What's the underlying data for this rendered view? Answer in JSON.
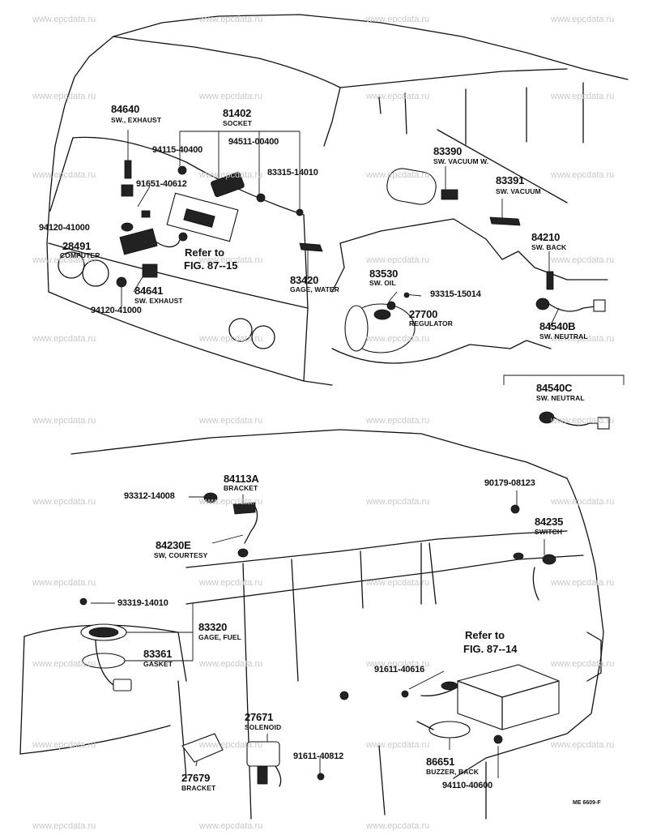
{
  "watermark": "www.epcdata.ru",
  "figure_code": "ME 6609-F",
  "top_view": {
    "parts": [
      {
        "id": "p84640",
        "number": "84640",
        "name": "SW., EXHAUST"
      },
      {
        "id": "p81402",
        "number": "81402",
        "name": "SOCKET"
      },
      {
        "id": "p94115",
        "number": "94115-40400",
        "name": ""
      },
      {
        "id": "p94511",
        "number": "94511-00400",
        "name": ""
      },
      {
        "id": "p83315a",
        "number": "83315-14010",
        "name": ""
      },
      {
        "id": "p91651",
        "number": "91651-40612",
        "name": ""
      },
      {
        "id": "p94120a",
        "number": "94120-41000",
        "name": ""
      },
      {
        "id": "p28491",
        "number": "28491",
        "name": "COMPUTER"
      },
      {
        "id": "p84641",
        "number": "84641",
        "name": "SW. EXHAUST"
      },
      {
        "id": "p94120b",
        "number": "94120-41000",
        "name": ""
      },
      {
        "id": "p83420",
        "number": "83420",
        "name": "GAGE, WATER"
      },
      {
        "id": "p83530",
        "number": "83530",
        "name": "SW. OIL"
      },
      {
        "id": "p93315b",
        "number": "93315-15014",
        "name": ""
      },
      {
        "id": "p27700",
        "number": "27700",
        "name": "REGULATOR"
      },
      {
        "id": "p83390",
        "number": "83390",
        "name": "SW. VACUUM W."
      },
      {
        "id": "p83391",
        "number": "83391",
        "name": "SW. VACUUM"
      },
      {
        "id": "p84210",
        "number": "84210",
        "name": "SW. BACK"
      },
      {
        "id": "p84540B",
        "number": "84540B",
        "name": "SW. NEUTRAL"
      },
      {
        "id": "p84540C",
        "number": "84540C",
        "name": "SW. NEUTRAL"
      }
    ],
    "refer": {
      "line1": "Refer to",
      "line2": "FIG. 87--15"
    }
  },
  "bottom_view": {
    "parts": [
      {
        "id": "p84113A",
        "number": "84113A",
        "name": "BRACKET"
      },
      {
        "id": "p93312",
        "number": "93312-14008",
        "name": ""
      },
      {
        "id": "p84230E",
        "number": "84230E",
        "name": "SW, COURTESY"
      },
      {
        "id": "p93319",
        "number": "93319-14010",
        "name": ""
      },
      {
        "id": "p83320",
        "number": "83320",
        "name": "GAGE, FUEL"
      },
      {
        "id": "p83361",
        "number": "83361",
        "name": "GASKET"
      },
      {
        "id": "p90179",
        "number": "90179-08123",
        "name": ""
      },
      {
        "id": "p84235",
        "number": "84235",
        "name": "SWITCH"
      },
      {
        "id": "p91611a",
        "number": "91611-40616",
        "name": ""
      },
      {
        "id": "p27671",
        "number": "27671",
        "name": "SOLENOID"
      },
      {
        "id": "p91611b",
        "number": "91611-40812",
        "name": ""
      },
      {
        "id": "p27679",
        "number": "27679",
        "name": "BRACKET"
      },
      {
        "id": "p86651",
        "number": "86651",
        "name": "BUZZER, BACK"
      },
      {
        "id": "p94110",
        "number": "94110-40600",
        "name": ""
      }
    ],
    "refer": {
      "line1": "Refer to",
      "line2": "FIG. 87--14"
    }
  }
}
